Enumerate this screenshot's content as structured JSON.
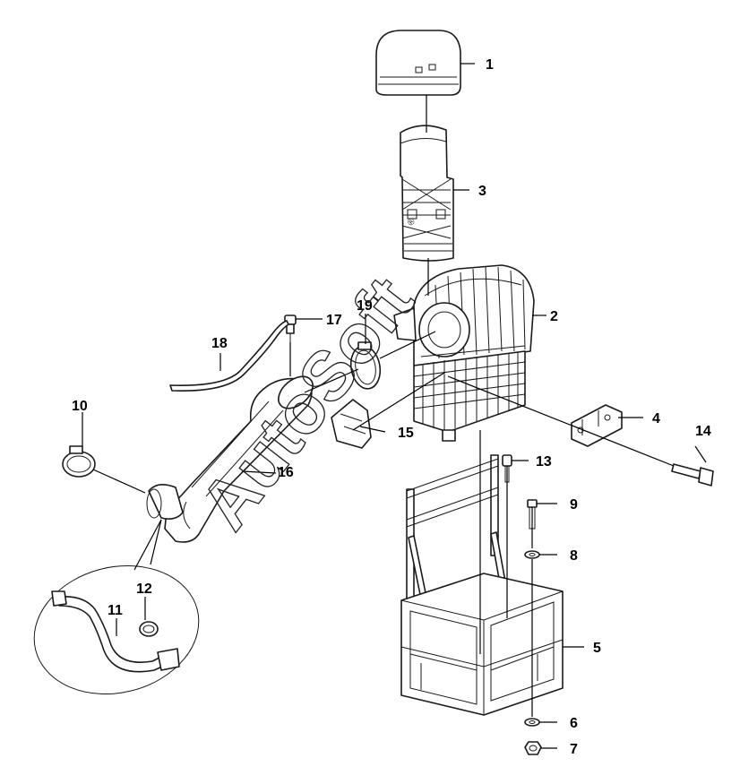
{
  "diagram": {
    "callouts": [
      {
        "id": "callout-1",
        "label": "1"
      },
      {
        "id": "callout-2",
        "label": "2"
      },
      {
        "id": "callout-3",
        "label": "3"
      },
      {
        "id": "callout-4",
        "label": "4"
      },
      {
        "id": "callout-5",
        "label": "5"
      },
      {
        "id": "callout-6",
        "label": "6"
      },
      {
        "id": "callout-7",
        "label": "7"
      },
      {
        "id": "callout-8",
        "label": "8"
      },
      {
        "id": "callout-9",
        "label": "9"
      },
      {
        "id": "callout-10",
        "label": "10"
      },
      {
        "id": "callout-11",
        "label": "11"
      },
      {
        "id": "callout-12",
        "label": "12"
      },
      {
        "id": "callout-13",
        "label": "13"
      },
      {
        "id": "callout-14",
        "label": "14"
      },
      {
        "id": "callout-15",
        "label": "15"
      },
      {
        "id": "callout-16",
        "label": "16"
      },
      {
        "id": "callout-17",
        "label": "17"
      },
      {
        "id": "callout-18",
        "label": "18"
      },
      {
        "id": "callout-19",
        "label": "19"
      }
    ],
    "watermark": {
      "text": "AutoSoft",
      "mark": "®"
    }
  }
}
